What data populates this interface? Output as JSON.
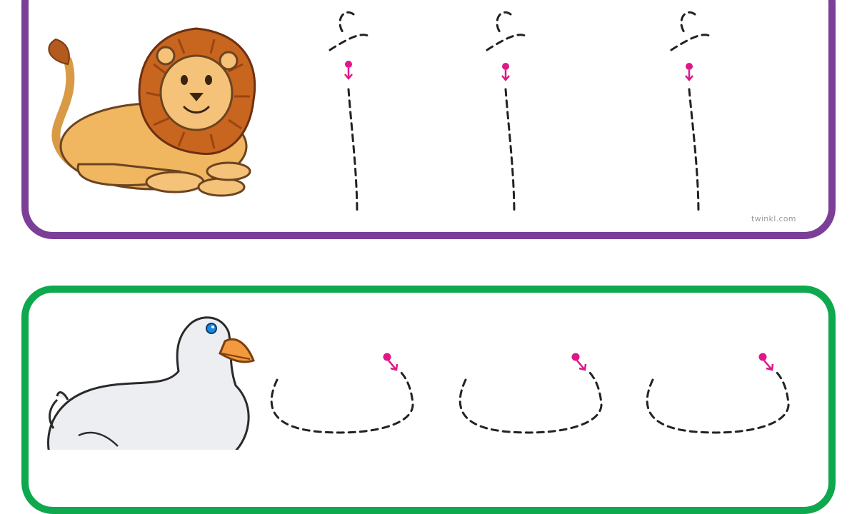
{
  "worksheet": {
    "watermark": "twinkl.com",
    "colors": {
      "lion_card_border": "#7b3f98",
      "duck_card_border": "#0ea84e",
      "start_marker": "#e0168a",
      "trace_line": "#222222"
    },
    "rows": [
      {
        "animal": "lion-illustration",
        "letter_trace_count": 3,
        "trace_shape": "letter-f-vertical-stroke"
      },
      {
        "animal": "duck-illustration",
        "letter_trace_count": 3,
        "trace_shape": "letter-u-curve"
      }
    ]
  }
}
